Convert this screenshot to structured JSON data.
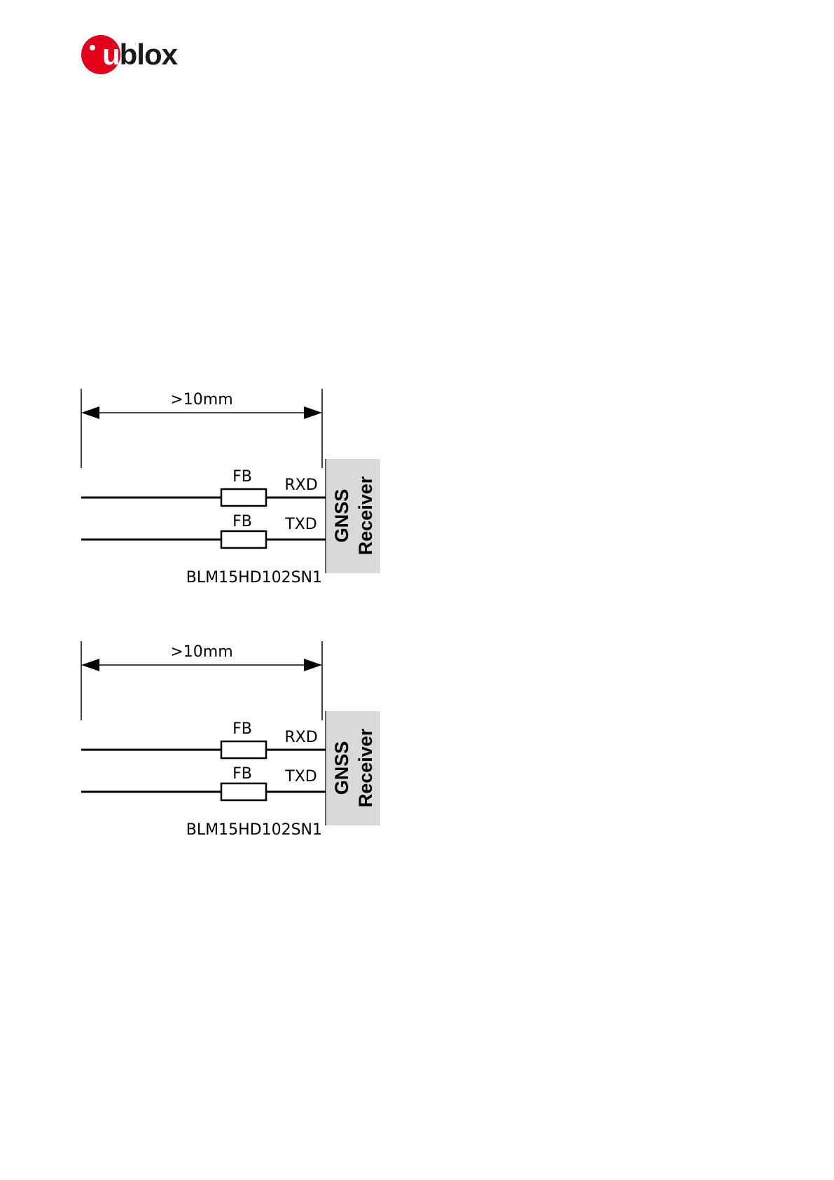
{
  "logo": {
    "brand_u": "u",
    "brand_rest": "blox",
    "color": "#e2001a"
  },
  "diagrams": [
    {
      "dimension_label": ">10mm",
      "ferrite_top_label": "FB",
      "ferrite_bottom_label": "FB",
      "signal_top": "RXD",
      "signal_bottom": "TXD",
      "part_number": "BLM15HD102SN1",
      "block_line1": "GNSS",
      "block_line2": "Receiver",
      "block_color": "#d9d9d9"
    },
    {
      "dimension_label": ">10mm",
      "ferrite_top_label": "FB",
      "ferrite_bottom_label": "FB",
      "signal_top": "RXD",
      "signal_bottom": "TXD",
      "part_number": "BLM15HD102SN1",
      "block_line1": "GNSS",
      "block_line2": "Receiver",
      "block_color": "#d9d9d9"
    }
  ]
}
